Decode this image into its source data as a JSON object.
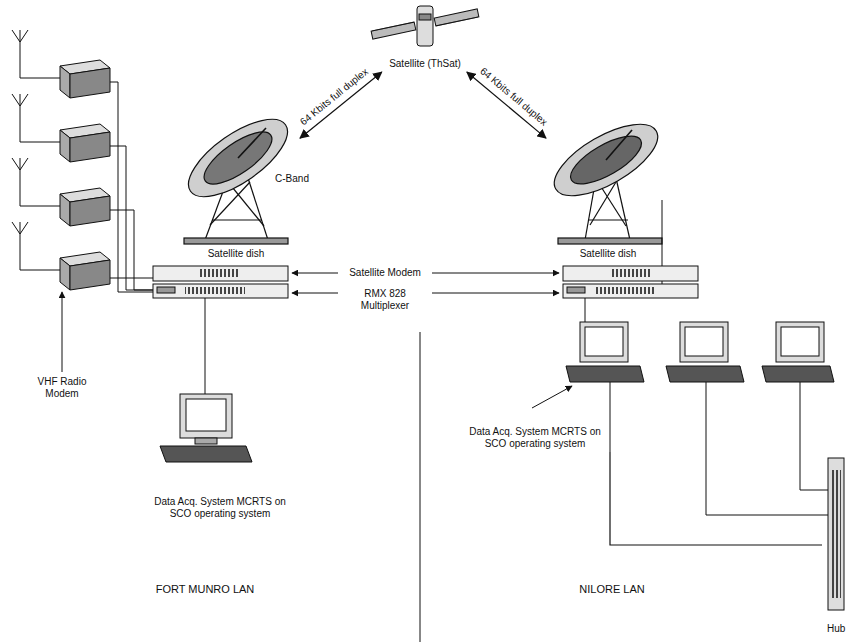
{
  "diagram": {
    "nodes": [
      {
        "text": [
          "Satellite (ThSat)"
        ]
      },
      {
        "text": [
          "Satellite dish"
        ]
      },
      {
        "text": [
          "Satellite dish"
        ]
      },
      {
        "text": [
          "Data Acq. System MCRTS on SCO operating system"
        ]
      },
      {
        "text": [
          "Data Acq. System MCRTS on SCO operating system"
        ]
      },
      {
        "text": [
          "Hub"
        ]
      }
    ],
    "edges": [
      {
        "from": 1,
        "to": 0,
        "arrow": "both",
        "label": "64 Kbits full duplex"
      },
      {
        "from": 0,
        "to": 2,
        "arrow": "both",
        "label": "64 Kbits full duplex"
      },
      {
        "from": 4,
        "to": 5,
        "arrow": "none"
      }
    ],
    "labels": [
      "C-Band",
      "Satellite Modem",
      "RMX 828 Multiplexer",
      "VHF Radio Modem",
      "FORT MUNRO LAN",
      "NILORE LAN"
    ]
  }
}
